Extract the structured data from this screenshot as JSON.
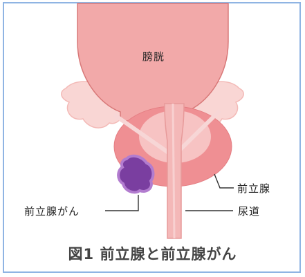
{
  "labels": {
    "bladder": "膀胱",
    "prostate": "前立腺",
    "urethra": "尿道",
    "cancer": "前立腺がん"
  },
  "caption": "図1 前立腺と前立腺がん",
  "colors": {
    "bladder_fill": "#f2a9a9",
    "bladder_outline": "#d87878",
    "prostate_fill": "#ef8f93",
    "prostate_inner": "#f7c3c3",
    "urethra": "#f4b8b8",
    "seminal_vesicle": "#f9d6d4",
    "cancer": "#7a3ea0",
    "frame_border": "#8fb4e3"
  }
}
